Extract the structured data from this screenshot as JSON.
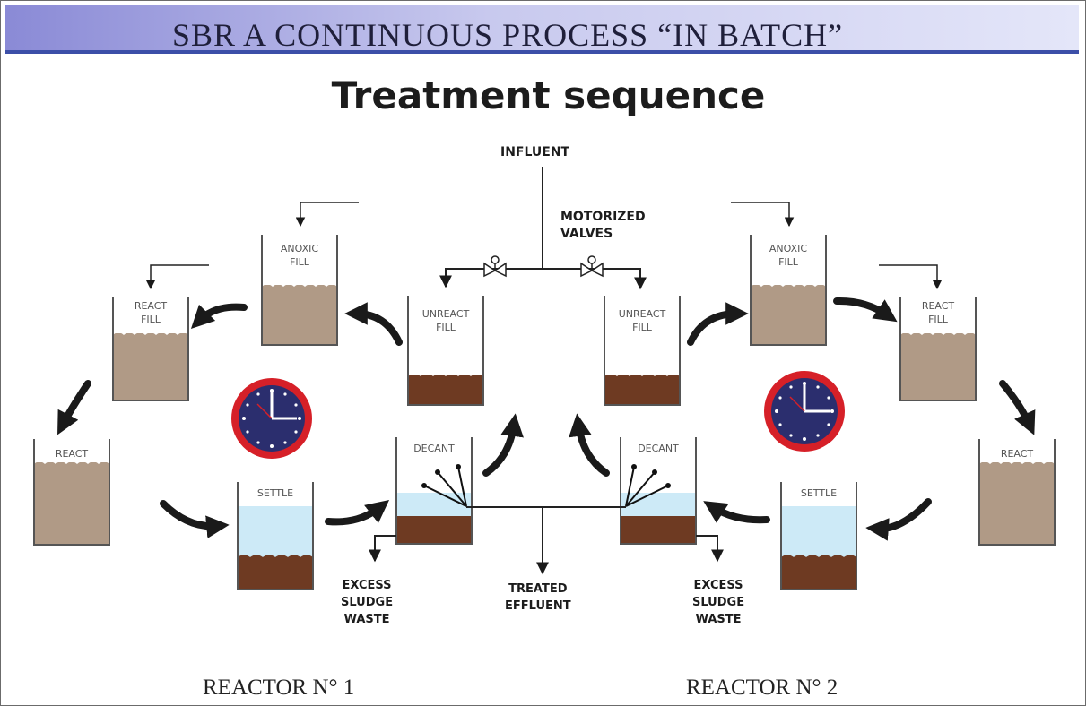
{
  "banner": {
    "title": "SBR A CONTINUOUS PROCESS “IN BATCH”"
  },
  "title": "Treatment sequence",
  "labels": {
    "influent": "INFLUENT",
    "motorized_valves": "MOTORIZED\nVALVES",
    "treated_effluent": "TREATED\nEFFLUENT",
    "excess_sludge_left": "EXCESS\nSLUDGE\nWASTE",
    "excess_sludge_right": "EXCESS\nSLUDGE\nWASTE"
  },
  "reactors": {
    "reactor_1": "REACTOR N° 1",
    "reactor_2": "REACTOR N° 2"
  },
  "tanks": {
    "r1_anoxic_fill": "ANOXIC\nFILL",
    "r1_react_fill": "REACT\nFILL",
    "r1_react": "REACT",
    "r1_settle": "SETTLE",
    "r1_decant": "DECANT",
    "r1_unreact_fill": "UNREACT\nFILL",
    "r2_unreact_fill": "UNREACT\nFILL",
    "r2_anoxic_fill": "ANOXIC\nFILL",
    "r2_react_fill": "REACT\nFILL",
    "r2_react": "REACT",
    "r2_settle": "SETTLE",
    "r2_decant": "DECANT"
  },
  "colors": {
    "banner_start": "#8a8ad6",
    "banner_end": "#e4e6f9",
    "banner_rule": "#3c4fa8",
    "mixed_liquor": "#b09a86",
    "sludge": "#6e3a22",
    "clear_water": "#cdeaf7",
    "clock_rim": "#d62028",
    "clock_face": "#2b2e6e",
    "arrow": "#1a1a1a"
  },
  "icons": [
    "clock-icon",
    "valve-icon",
    "curved-arrow-icon",
    "decanter-arm-icon"
  ]
}
